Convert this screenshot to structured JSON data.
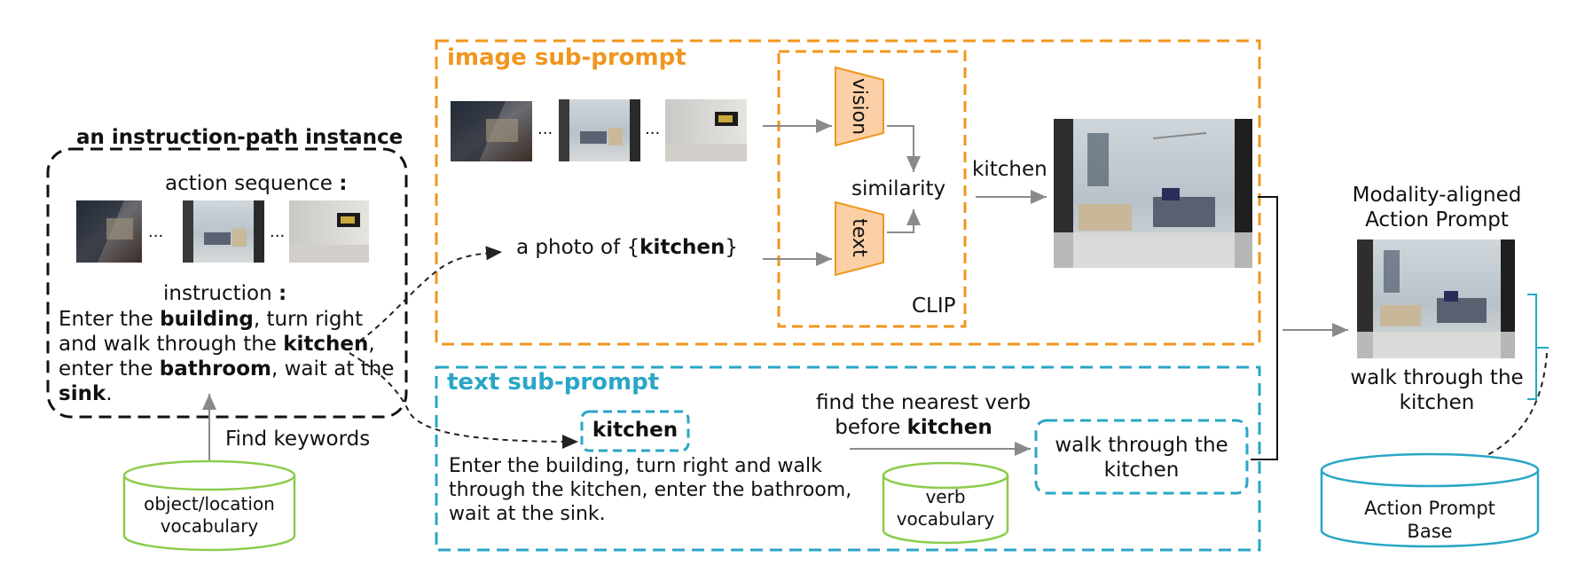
{
  "colors": {
    "orange": "#f0961e",
    "cyan": "#2aa6c6",
    "green": "#8ccc4c",
    "gray": "#8a8a8a",
    "trap_fill": "#fbd0a6"
  },
  "instance": {
    "title": "an instruction-path instance",
    "action_sequence_label": "action sequence",
    "colon": ":",
    "ellipsis": "...",
    "instruction_label": "instruction",
    "instruction": {
      "p1": "Enter the ",
      "b1": "building",
      "p2": ", turn right",
      "p3": "and walk through the ",
      "b2": "kitchen",
      "p4": ",",
      "p5": "enter the ",
      "b3": "bathroom",
      "p6": ", wait at the",
      "b4": "sink",
      "p7": "."
    }
  },
  "find_keywords": "Find keywords",
  "object_vocab": {
    "line1": "object/location",
    "line2": "vocabulary"
  },
  "image_subprompt": {
    "title": "image sub-prompt",
    "ellipsis": "...",
    "photo_prefix": "a photo of {",
    "photo_keyword": "kitchen",
    "photo_suffix": "}",
    "vision": "vision",
    "text": "text",
    "similarity": "similarity",
    "clip": "CLIP",
    "kitchen": "kitchen"
  },
  "text_subprompt": {
    "title": "text sub-prompt",
    "keyword": "kitchen",
    "sentence": [
      "Enter the building, turn right and walk",
      "through the kitchen, enter the bathroom,",
      "wait at the sink."
    ],
    "nearest_line1": "find the nearest verb",
    "nearest_prefix": "before ",
    "nearest_keyword": "kitchen",
    "verb_vocab": {
      "line1": "verb",
      "line2": "vocabulary"
    },
    "result": {
      "line1": "walk through the",
      "line2": "kitchen"
    }
  },
  "output": {
    "title_line1": "Modality-aligned",
    "title_line2": "Action Prompt",
    "caption_line1": "walk through the",
    "caption_line2": "kitchen"
  },
  "prompt_base": {
    "line1": "Action Prompt",
    "line2": "Base"
  }
}
